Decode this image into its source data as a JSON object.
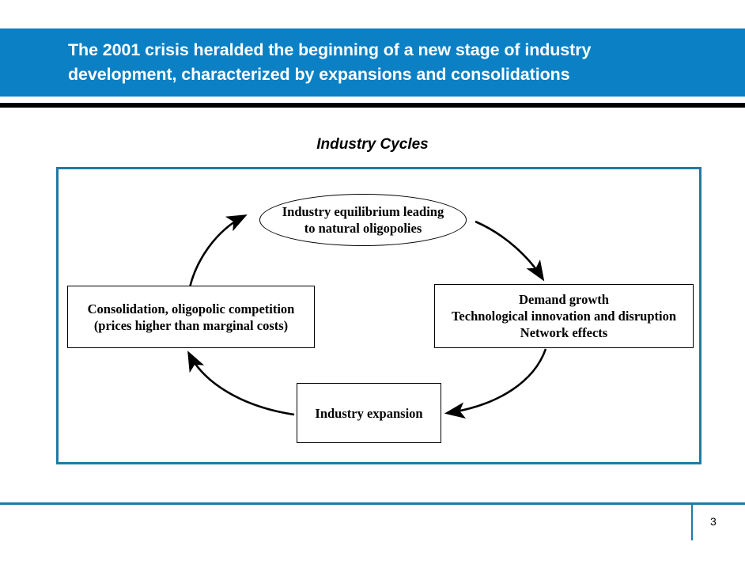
{
  "slide": {
    "header": {
      "line1": "The 2001 crisis heralded the beginning of a new stage of industry",
      "line2": "development, characterized by expansions and consolidations",
      "background_color": "#0b80c4",
      "text_color": "#ffffff",
      "rule_color": "#000000"
    },
    "section_title": "Industry Cycles",
    "frame": {
      "border_color": "#1d7ba6"
    },
    "nodes": {
      "equilibrium": {
        "shape": "ellipse",
        "line1": "Industry equilibrium leading",
        "line2": "to natural oligopolies"
      },
      "demand": {
        "shape": "rectangle",
        "line1": "Demand growth",
        "line2": "Technological innovation and disruption",
        "line3": "Network effects"
      },
      "consolidation": {
        "shape": "rectangle",
        "line1": "Consolidation, oligopolic competition",
        "line2": "(prices higher than marginal costs)"
      },
      "expansion": {
        "shape": "rectangle",
        "line1": "Industry expansion"
      }
    },
    "arrows": [
      {
        "name": "consolidation-to-equilibrium",
        "from": "consolidation",
        "to": "equilibrium",
        "direction": "counter-clockwise-up-right"
      },
      {
        "name": "equilibrium-to-demand",
        "from": "equilibrium",
        "to": "demand",
        "direction": "clockwise-down-right"
      },
      {
        "name": "demand-to-expansion",
        "from": "demand",
        "to": "expansion",
        "direction": "clockwise-down-left"
      },
      {
        "name": "expansion-to-consolidation",
        "from": "expansion",
        "to": "consolidation",
        "direction": "clockwise-up-left"
      }
    ],
    "footer": {
      "page_number": "3",
      "rule_color": "#1d7ba6"
    }
  }
}
